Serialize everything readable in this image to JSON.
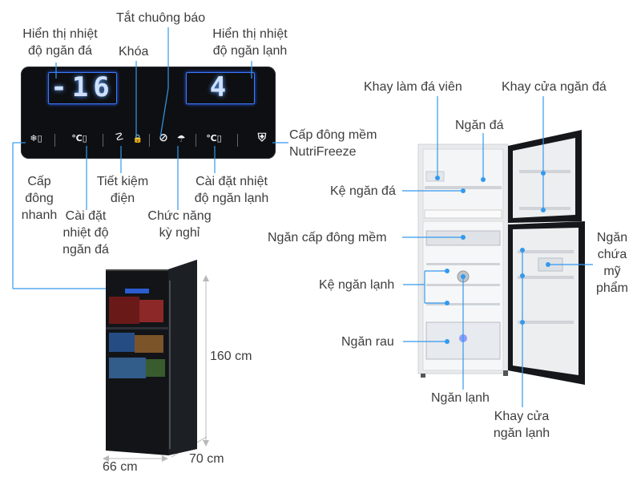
{
  "panel": {
    "freezer_temp_value": "-16",
    "fridge_temp_value": "4",
    "labels": {
      "freezer_display": "Hiển thị nhiệt\nđộ ngăn đá",
      "alarm_off": "Tắt chuông báo",
      "lock": "Khóa",
      "fridge_display": "Hiển thị nhiệt\nđộ ngăn lạnh",
      "nutrifreeze": "Cấp đông mềm\nNutriFreeze",
      "quick_freeze": "Cấp\nđông\nnhanh",
      "freezer_temp_set": "Cài đặt\nnhiệt độ\nngăn đá",
      "eco": "Tiết kiệm\nđiện",
      "vacation": "Chức năng\nkỳ nghỉ",
      "fridge_temp_set": "Cài đặt nhiệt\nđộ ngăn lạnh"
    }
  },
  "dimensions": {
    "height": "160 cm",
    "width": "66 cm",
    "depth": "70 cm"
  },
  "interior_labels": {
    "ice_tray": "Khay làm đá viên",
    "freezer_door_tray": "Khay cửa ngăn đá",
    "freezer": "Ngăn đá",
    "freezer_shelf": "Kệ ngăn đá",
    "soft_freeze": "Ngăn cấp đông mềm",
    "fridge_shelf": "Kệ ngăn lạnh",
    "vegetable": "Ngăn rau",
    "fridge": "Ngăn lạnh",
    "fridge_door_tray": "Khay cửa\nngăn lạnh",
    "cosmetics": "Ngăn\nchứa\nmỹ\nphẩm"
  },
  "colors": {
    "accent": "#3399ee",
    "panel_bg": "#0e0f12",
    "digit_glow": "#3a7bff"
  },
  "icons": [
    "snowflake-icon",
    "thermometer-icon",
    "eco-icon",
    "lock-icon",
    "bell-off-icon",
    "vacation-icon",
    "snow-shield-icon"
  ]
}
